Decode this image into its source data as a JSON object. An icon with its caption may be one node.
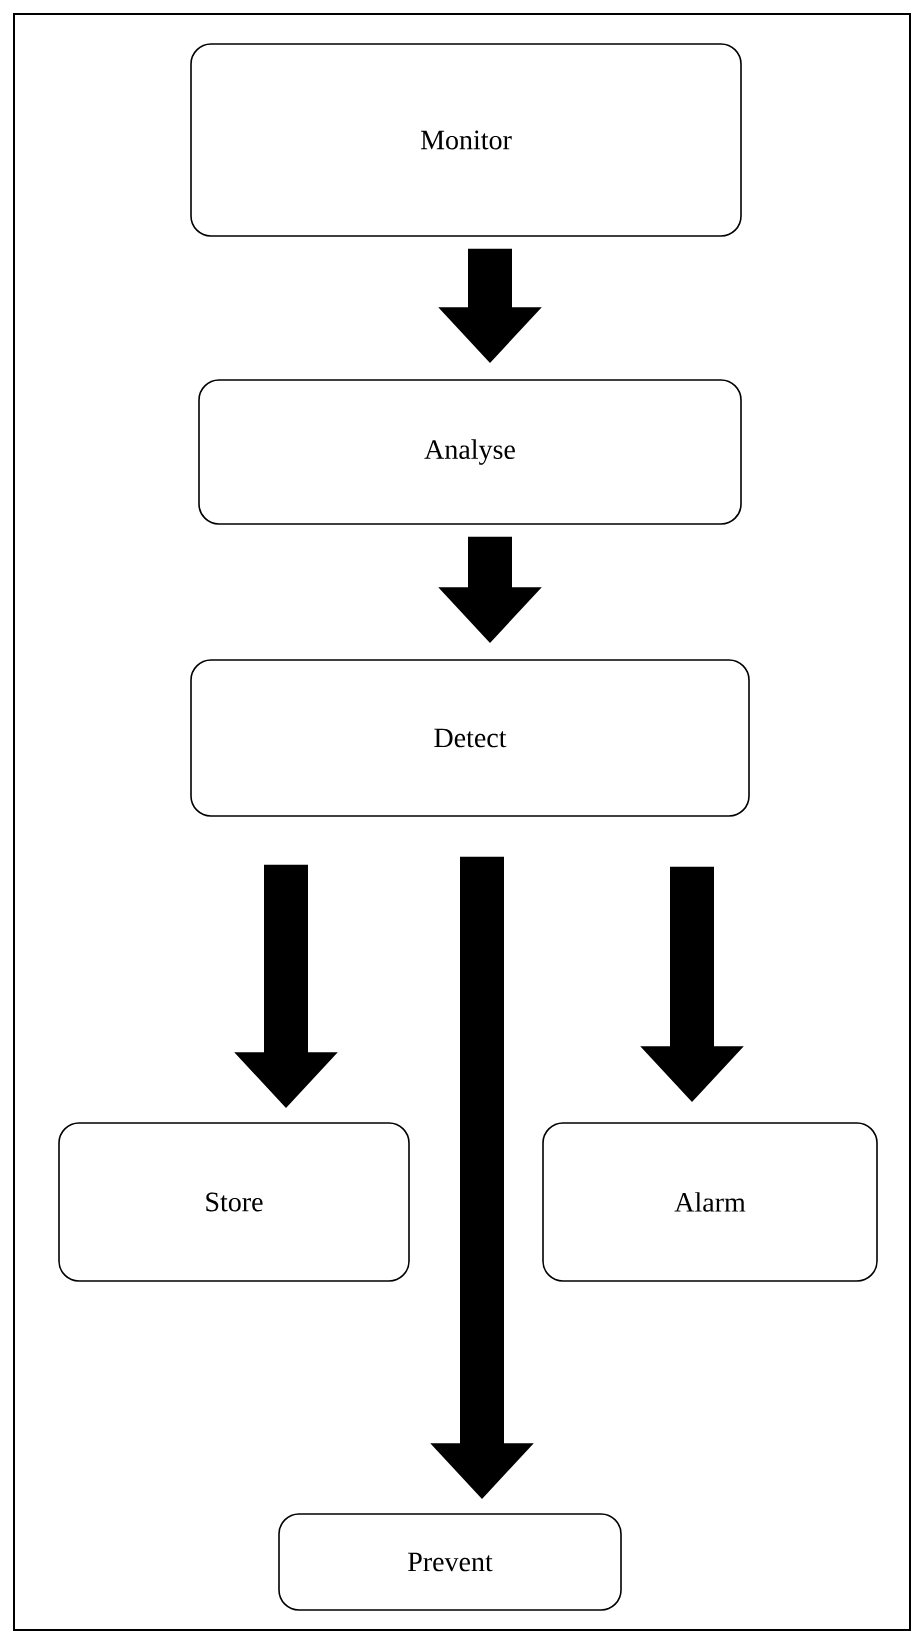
{
  "diagram": {
    "nodes": [
      {
        "text": [
          "Monitor"
        ]
      },
      {
        "text": [
          "Analyse"
        ]
      },
      {
        "text": [
          "Detect"
        ]
      },
      {
        "text": [
          "Store"
        ]
      },
      {
        "text": [
          "Alarm"
        ]
      },
      {
        "text": [
          "Prevent"
        ]
      }
    ],
    "edges": [
      {
        "from": 0,
        "to": 1,
        "arrow": "to"
      },
      {
        "from": 1,
        "to": 2,
        "arrow": "to"
      },
      {
        "from": 2,
        "to": 3,
        "arrow": "to"
      },
      {
        "from": 2,
        "to": 5,
        "arrow": "to"
      },
      {
        "from": 2,
        "to": 4,
        "arrow": "to"
      }
    ]
  }
}
